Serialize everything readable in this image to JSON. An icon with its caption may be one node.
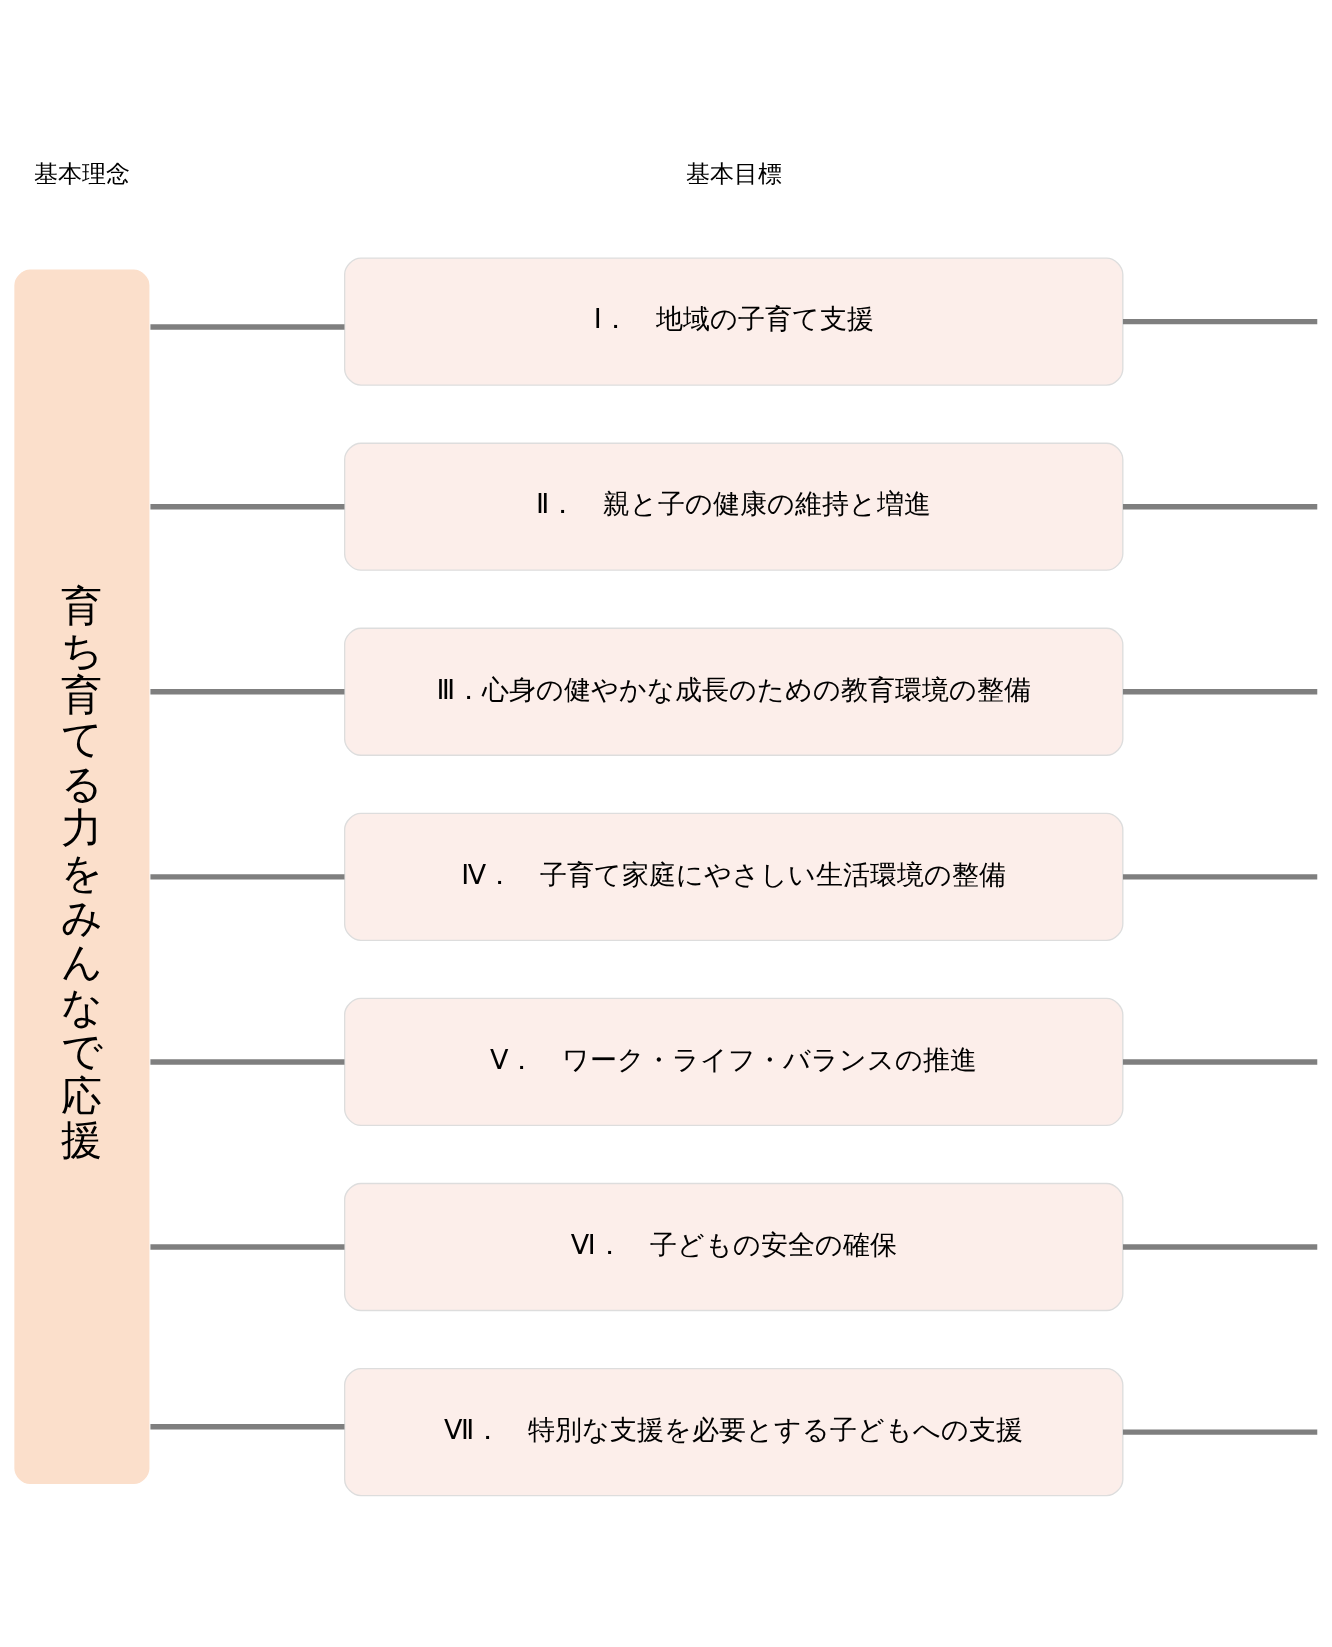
{
  "diagram": {
    "nodes": [
      {
        "text": [
          "育ち育てる力をみんなで応援"
        ]
      },
      {
        "text": [
          "Ⅰ．　地域の子育て支援"
        ]
      },
      {
        "text": [
          "Ⅱ．　親と子の健康の維持と増進"
        ]
      },
      {
        "text": [
          "Ⅲ．心身の健やかな成長のための教育環境の整備"
        ]
      },
      {
        "text": [
          "Ⅳ．　子育て家庭にやさしい生活環境の整備"
        ]
      },
      {
        "text": [
          "Ⅴ．　ワーク・ライフ・バランスの推進"
        ]
      },
      {
        "text": [
          "Ⅵ．　子どもの安全の確保"
        ]
      },
      {
        "text": [
          "Ⅶ．　特別な支援を必要とする子どもへの支援"
        ]
      }
    ],
    "edges": [
      {
        "from": 0,
        "to": 1,
        "arrow": "none"
      },
      {
        "from": 0,
        "to": 2,
        "arrow": "none"
      },
      {
        "from": 0,
        "to": 3,
        "arrow": "none"
      },
      {
        "from": 0,
        "to": 4,
        "arrow": "none"
      },
      {
        "from": 0,
        "to": 5,
        "arrow": "none"
      },
      {
        "from": 0,
        "to": 6,
        "arrow": "none"
      },
      {
        "from": 0,
        "to": 7,
        "arrow": "none"
      },
      {
        "from": 1,
        "to": null,
        "arrow": "none"
      },
      {
        "from": 2,
        "to": null,
        "arrow": "none"
      },
      {
        "from": 3,
        "to": null,
        "arrow": "none"
      },
      {
        "from": 4,
        "to": null,
        "arrow": "none"
      },
      {
        "from": 5,
        "to": null,
        "arrow": "none"
      },
      {
        "from": 6,
        "to": null,
        "arrow": "none"
      },
      {
        "from": 7,
        "to": null,
        "arrow": "none"
      }
    ],
    "labels": [
      "基本理念",
      "基本目標"
    ]
  }
}
